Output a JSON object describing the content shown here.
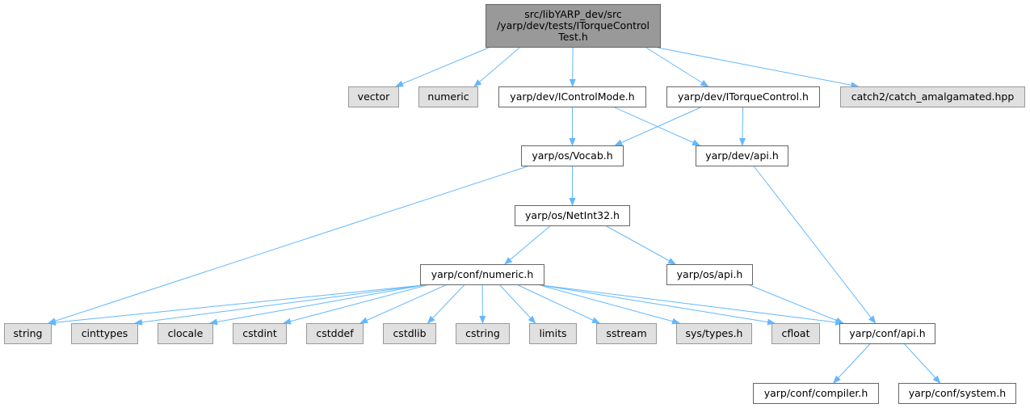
{
  "diagram": {
    "title": "",
    "colors": {
      "edge": "#63b8ff",
      "root_fill": "#999999",
      "system_fill": "#e0e0e0",
      "project_fill": "#ffffff",
      "border": "#404040"
    },
    "nodes": {
      "root": "src/libYARP_dev/src\n/yarp/dev/tests/ITorqueControl\nTest.h",
      "vector": "vector",
      "numeric": "numeric",
      "icontrolmode": "yarp/dev/IControlMode.h",
      "itorquecontrol": "yarp/dev/ITorqueControl.h",
      "catch2": "catch2/catch_amalgamated.hpp",
      "vocab": "yarp/os/Vocab.h",
      "devapi": "yarp/dev/api.h",
      "netint32": "yarp/os/NetInt32.h",
      "confnumeric": "yarp/conf/numeric.h",
      "osapi": "yarp/os/api.h",
      "string": "string",
      "cinttypes": "cinttypes",
      "clocale": "clocale",
      "cstdint": "cstdint",
      "cstddef": "cstddef",
      "cstdlib": "cstdlib",
      "cstring": "cstring",
      "limits": "limits",
      "sstream": "sstream",
      "systypes": "sys/types.h",
      "cfloat": "cfloat",
      "confapi": "yarp/conf/api.h",
      "confcompiler": "yarp/conf/compiler.h",
      "confsystem": "yarp/conf/system.h"
    },
    "edges": [
      [
        "root",
        "vector"
      ],
      [
        "root",
        "numeric"
      ],
      [
        "root",
        "icontrolmode"
      ],
      [
        "root",
        "itorquecontrol"
      ],
      [
        "root",
        "catch2"
      ],
      [
        "icontrolmode",
        "vocab"
      ],
      [
        "icontrolmode",
        "devapi"
      ],
      [
        "itorquecontrol",
        "vocab"
      ],
      [
        "itorquecontrol",
        "devapi"
      ],
      [
        "vocab",
        "string"
      ],
      [
        "vocab",
        "netint32"
      ],
      [
        "devapi",
        "confapi"
      ],
      [
        "netint32",
        "confnumeric"
      ],
      [
        "netint32",
        "osapi"
      ],
      [
        "confnumeric",
        "string"
      ],
      [
        "confnumeric",
        "cinttypes"
      ],
      [
        "confnumeric",
        "clocale"
      ],
      [
        "confnumeric",
        "cstdint"
      ],
      [
        "confnumeric",
        "cstddef"
      ],
      [
        "confnumeric",
        "cstdlib"
      ],
      [
        "confnumeric",
        "cstring"
      ],
      [
        "confnumeric",
        "limits"
      ],
      [
        "confnumeric",
        "sstream"
      ],
      [
        "confnumeric",
        "systypes"
      ],
      [
        "confnumeric",
        "cfloat"
      ],
      [
        "confnumeric",
        "confapi"
      ],
      [
        "osapi",
        "confapi"
      ],
      [
        "confapi",
        "confcompiler"
      ],
      [
        "confapi",
        "confsystem"
      ]
    ]
  }
}
